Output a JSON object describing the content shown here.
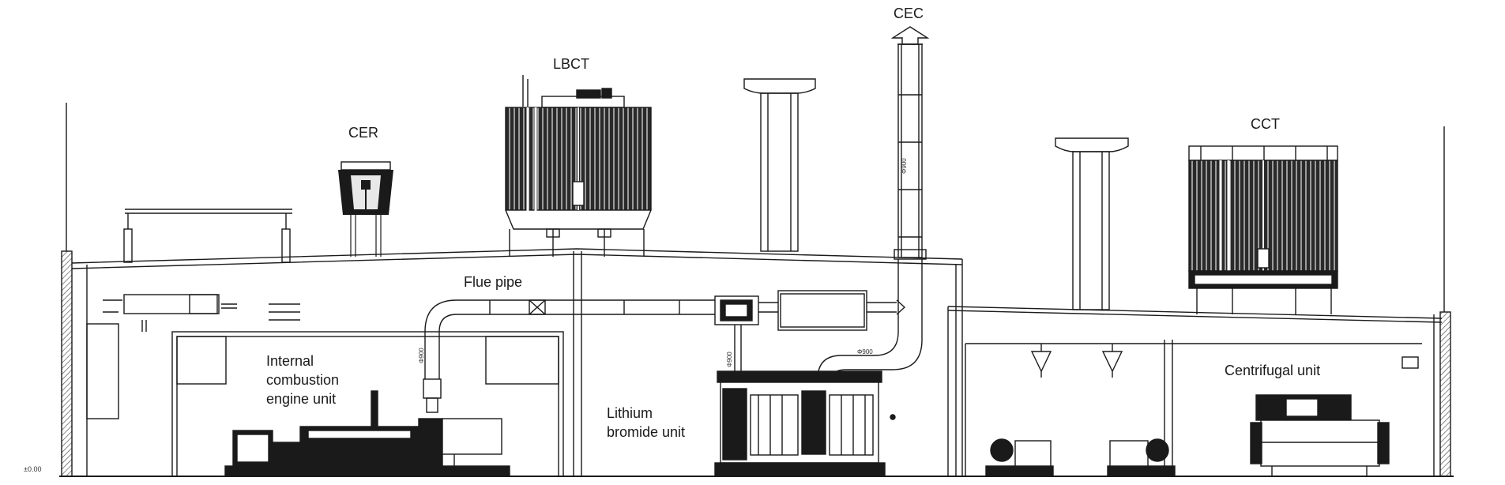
{
  "labels": {
    "cer": "CER",
    "lbct": "LBCT",
    "cec": "CEC",
    "cct": "CCT",
    "flue_pipe": "Flue pipe",
    "engine_line1": "Internal",
    "engine_line2": "combustion",
    "engine_line3": "engine unit",
    "lithium_line1": "Lithium",
    "lithium_line2": "bromide unit",
    "centrifugal": "Centrifugal unit",
    "elevation": "±0.00"
  },
  "dimension_marks": {
    "d1": "Φ900",
    "d2": "Φ900",
    "d3": "Φ900",
    "d4": "Φ900"
  },
  "colors": {
    "line": "#1a1a1a",
    "wall_hatch": "#555555",
    "equipment_fill": "#111111",
    "background": "#ffffff"
  }
}
